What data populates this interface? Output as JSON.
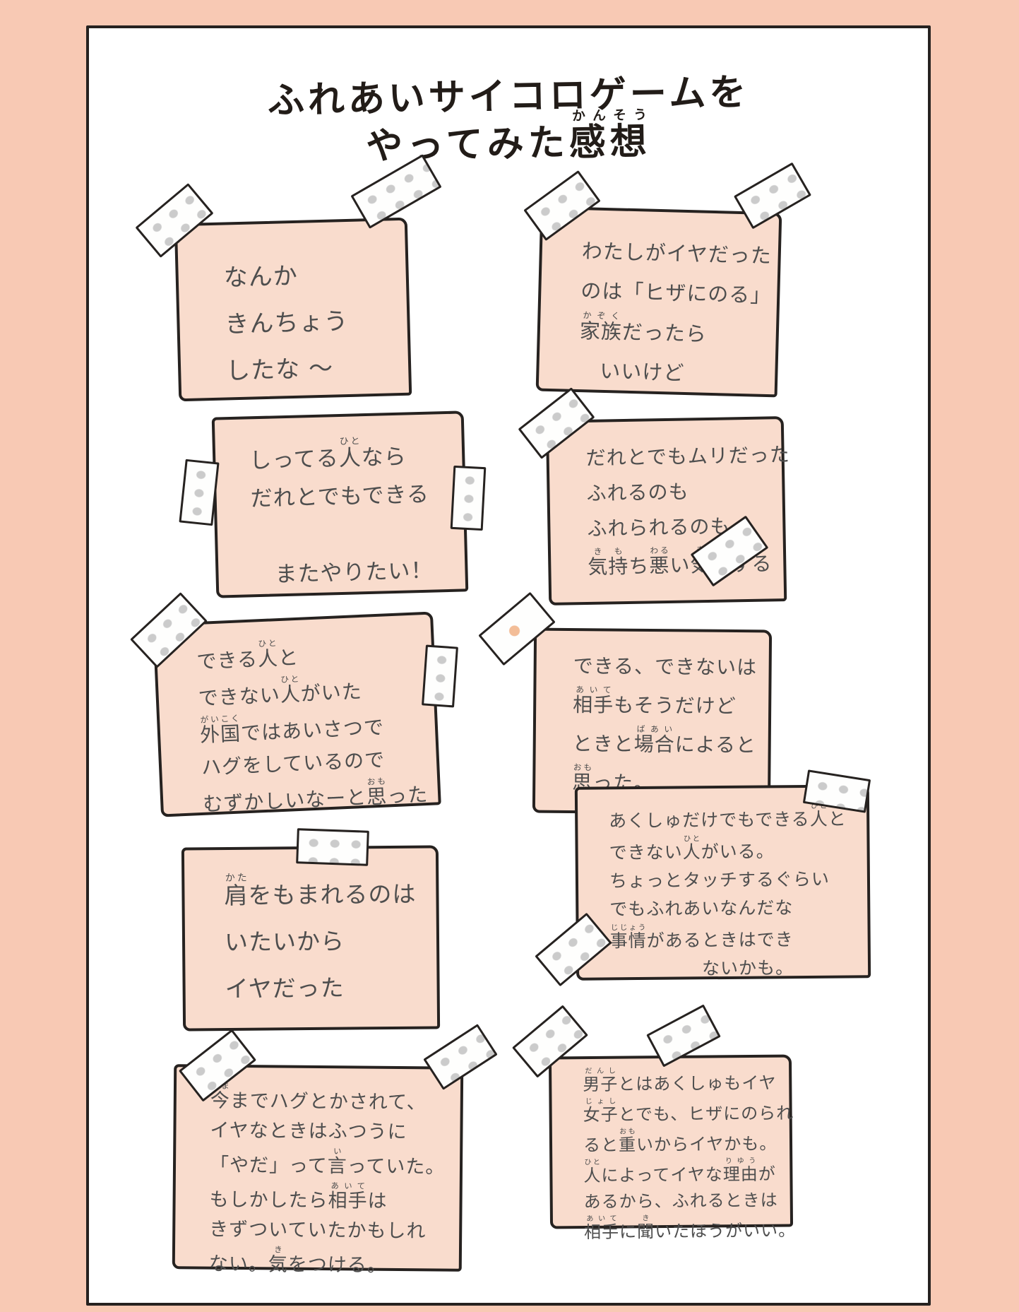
{
  "page": {
    "title_line1": "ふれあいサイコロゲームを",
    "title_line2": [
      {
        "t": "やってみた"
      },
      {
        "t": "感",
        "r": "かん"
      },
      {
        "t": "想",
        "r": "そう"
      }
    ]
  },
  "notes": [
    {
      "name": "nervous",
      "lines": [
        [
          {
            "t": "なんか"
          }
        ],
        [
          {
            "t": "きんちょう"
          }
        ],
        [
          {
            "t": "したな 〜"
          }
        ]
      ]
    },
    {
      "name": "knee-sitting",
      "lines": [
        [
          {
            "t": "わたしがイヤだった"
          }
        ],
        [
          {
            "t": "のは「ヒザにのる」"
          }
        ],
        [
          {
            "t": "家族",
            "r": "かぞく"
          },
          {
            "t": "だったら"
          }
        ],
        [
          {
            "t": "　いいけど"
          }
        ]
      ]
    },
    {
      "name": "people-i-know",
      "lines": [
        [
          {
            "t": "しってる"
          },
          {
            "t": "人",
            "r": "ひと"
          },
          {
            "t": "なら"
          }
        ],
        [
          {
            "t": "だれとでもできる"
          }
        ],
        [],
        [
          {
            "t": "　またやりたい！"
          }
        ]
      ]
    },
    {
      "name": "impossible-with-anyone",
      "lines": [
        [
          {
            "t": "だれとでもムリだった"
          }
        ],
        [
          {
            "t": "ふれるのも"
          }
        ],
        [
          {
            "t": "ふれられるのも"
          }
        ],
        [
          {
            "t": "気持",
            "r": "きも"
          },
          {
            "t": "ち"
          },
          {
            "t": "悪",
            "r": "わる"
          },
          {
            "t": "い"
          },
          {
            "t": "気",
            "r": "き"
          },
          {
            "t": "がする"
          }
        ]
      ]
    },
    {
      "name": "hug-culture",
      "lines": [
        [
          {
            "t": "できる"
          },
          {
            "t": "人",
            "r": "ひと"
          },
          {
            "t": "と"
          }
        ],
        [
          {
            "t": "できない"
          },
          {
            "t": "人",
            "r": "ひと"
          },
          {
            "t": "がいた"
          }
        ],
        [
          {
            "t": "外国",
            "r": "がいこく"
          },
          {
            "t": "ではあいさつで"
          }
        ],
        [
          {
            "t": "ハグをしているので"
          }
        ],
        [
          {
            "t": "むずかしいなーと"
          },
          {
            "t": "思",
            "r": "おも"
          },
          {
            "t": "った"
          }
        ]
      ]
    },
    {
      "name": "depends-on-situation",
      "lines": [
        [
          {
            "t": "できる、できないは"
          }
        ],
        [
          {
            "t": "相手",
            "r": "あいて"
          },
          {
            "t": "もそうだけど"
          }
        ],
        [
          {
            "t": "ときと"
          },
          {
            "t": "場合",
            "r": "ばあい"
          },
          {
            "t": "によると"
          }
        ],
        [
          {
            "t": "思",
            "r": "おも"
          },
          {
            "t": "った。"
          }
        ]
      ]
    },
    {
      "name": "handshake-only",
      "lines": [
        [
          {
            "t": "あくしゅだけでもできる"
          },
          {
            "t": "人",
            "r": "ひと"
          },
          {
            "t": "と"
          }
        ],
        [
          {
            "t": "できない"
          },
          {
            "t": "人",
            "r": "ひと"
          },
          {
            "t": "がいる。"
          }
        ],
        [
          {
            "t": "ちょっとタッチするぐらい"
          }
        ],
        [
          {
            "t": "でもふれあいなんだな"
          }
        ],
        [
          {
            "t": "事情",
            "r": "じじょう"
          },
          {
            "t": "があるときはでき"
          }
        ],
        [
          {
            "t": "　　　　　ないかも。"
          }
        ]
      ]
    },
    {
      "name": "shoulder-massage",
      "lines": [
        [
          {
            "t": "肩",
            "r": "かた"
          },
          {
            "t": "をもまれるのは"
          }
        ],
        [
          {
            "t": "いたいから"
          }
        ],
        [
          {
            "t": "イヤだった"
          }
        ]
      ]
    },
    {
      "name": "said-no-before",
      "lines": [
        [
          {
            "t": "今",
            "r": "いま"
          },
          {
            "t": "までハグとかされて、"
          }
        ],
        [
          {
            "t": "イヤなときはふつうに"
          }
        ],
        [
          {
            "t": "「やだ」って"
          },
          {
            "t": "言",
            "r": "い"
          },
          {
            "t": "っていた。"
          }
        ],
        [
          {
            "t": "もしかしたら"
          },
          {
            "t": "相手",
            "r": "あいて"
          },
          {
            "t": "は"
          }
        ],
        [
          {
            "t": "きずついていたかもしれ"
          }
        ],
        [
          {
            "t": "ない。"
          },
          {
            "t": "気",
            "r": "き"
          },
          {
            "t": "をつける。"
          }
        ]
      ]
    },
    {
      "name": "ask-first",
      "lines": [
        [
          {
            "t": "男子",
            "r": "だんし"
          },
          {
            "t": "とはあくしゅもイヤ"
          }
        ],
        [
          {
            "t": "女子",
            "r": "じょし"
          },
          {
            "t": "とでも、ヒザにのられ"
          }
        ],
        [
          {
            "t": "ると"
          },
          {
            "t": "重",
            "r": "おも"
          },
          {
            "t": "いからイヤかも。"
          }
        ],
        [
          {
            "t": "人",
            "r": "ひと"
          },
          {
            "t": "によってイヤな"
          },
          {
            "t": "理由",
            "r": "りゆう"
          },
          {
            "t": "が"
          }
        ],
        [
          {
            "t": "あるから、ふれるときは"
          }
        ],
        [
          {
            "t": "相手",
            "r": "あいて"
          },
          {
            "t": "に"
          },
          {
            "t": "聞",
            "r": "き"
          },
          {
            "t": "いたほうがいい。"
          }
        ]
      ]
    }
  ],
  "colors": {
    "background": "#f8c9b4",
    "note": "#f9dccd",
    "ink": "#4e4e4e",
    "title_ink": "#221c18",
    "outline": "#262220",
    "tape_dot": "#cbcbcb",
    "tape_accent": "#f3bd97"
  }
}
